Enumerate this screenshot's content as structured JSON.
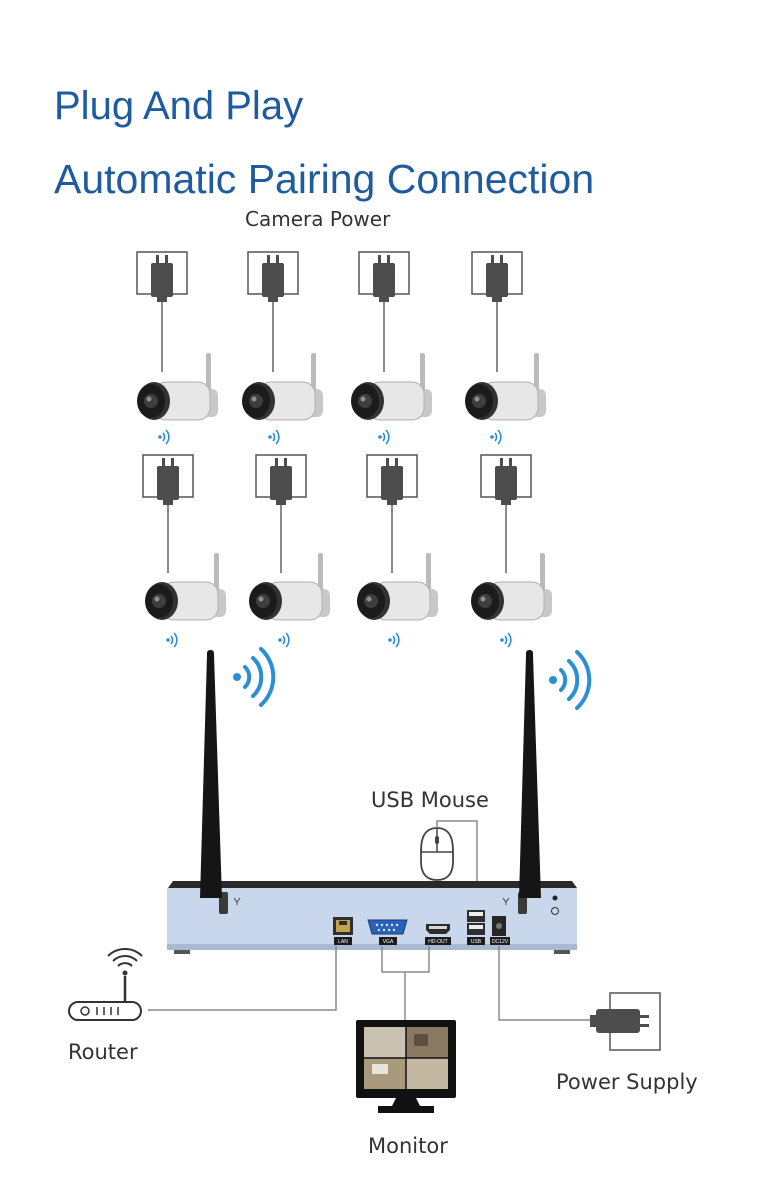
{
  "headline": {
    "line1": "Plug And Play",
    "line2": "Automatic Pairing Connection"
  },
  "labels": {
    "camera_power": "Camera Power",
    "usb_mouse": "USB Mouse",
    "router": "Router",
    "power_supply": "Power Supply",
    "monitor": "Monitor"
  },
  "nvr_ports": {
    "lan": "LAN",
    "vga": "VGA",
    "hdmi": "HD-OUT",
    "usb": "USB",
    "dc": "DC12V"
  },
  "icons": {
    "camera": "bullet-camera-icon",
    "plug": "wall-plug-icon",
    "wifi": "wifi-signal-icon",
    "antenna": "antenna-icon",
    "mouse": "mouse-icon",
    "router": "router-icon",
    "monitor": "monitor-icon",
    "nvr": "nvr-recorder-icon"
  },
  "colors": {
    "title": "#1f5b9e",
    "wifi": "#2a8fd6",
    "nvr_face": "#c9d7ec",
    "nvr_top": "#2a2a2a",
    "cable": "#8a8a8a",
    "label": "#333333"
  },
  "camera_count": 8
}
